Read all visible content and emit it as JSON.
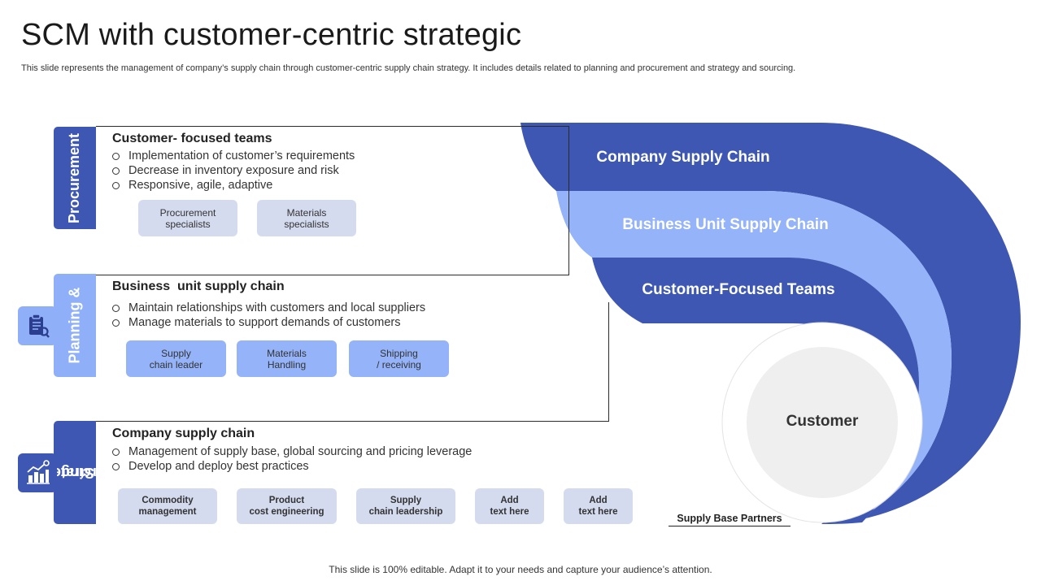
{
  "title": "SCM with customer-centric strategic",
  "subtitle": "This slide represents the management of company’s supply chain through customer-centric supply chain strategy. It includes details related to planning and procurement and strategy and sourcing.",
  "footer": "This slide is 100% editable. Adapt it to your needs and capture your audience’s attention.",
  "colors": {
    "dark_blue": "#3d57b3",
    "light_blue": "#8fb0f8",
    "pale_blue": "#d5dbef",
    "customer_grey": "#efefef"
  },
  "sections": [
    {
      "tab": "Procurement",
      "heading": "Customer- focused teams",
      "bullets": [
        "Implementation of customer’s requirements",
        "Decrease in inventory exposure and risk",
        "Responsive, agile, adaptive"
      ],
      "pills": [
        "Procurement\nspecialists",
        "Materials\nspecialists"
      ]
    },
    {
      "tab_line1": "Planning &",
      "icon": "clipboard-search-icon",
      "heading": "Business  unit supply chain",
      "bullets": [
        "Maintain relationships with customers and local suppliers",
        "Manage materials to support demands of customers"
      ],
      "pills": [
        "Supply\nchain leader",
        "Materials\nHandling",
        "Shipping\n/ receiving"
      ]
    },
    {
      "tab_line1": "Strategy &",
      "tab_line2": "sourcing",
      "icon": "growth-chart-icon",
      "heading": "Company supply chain",
      "bullets": [
        "Management of supply base, global sourcing and pricing leverage",
        "Develop and deploy best practices"
      ],
      "pills": [
        "Commodity\nmanagement",
        "Product\ncost engineering",
        "Supply\nchain leadership",
        "Add\ntext here",
        "Add\ntext here"
      ]
    }
  ],
  "rings": {
    "outer": "Company Supply Chain",
    "middle": "Business Unit Supply Chain",
    "inner": "Customer-Focused Teams"
  },
  "customer": "Customer",
  "partners": "Supply Base Partners"
}
